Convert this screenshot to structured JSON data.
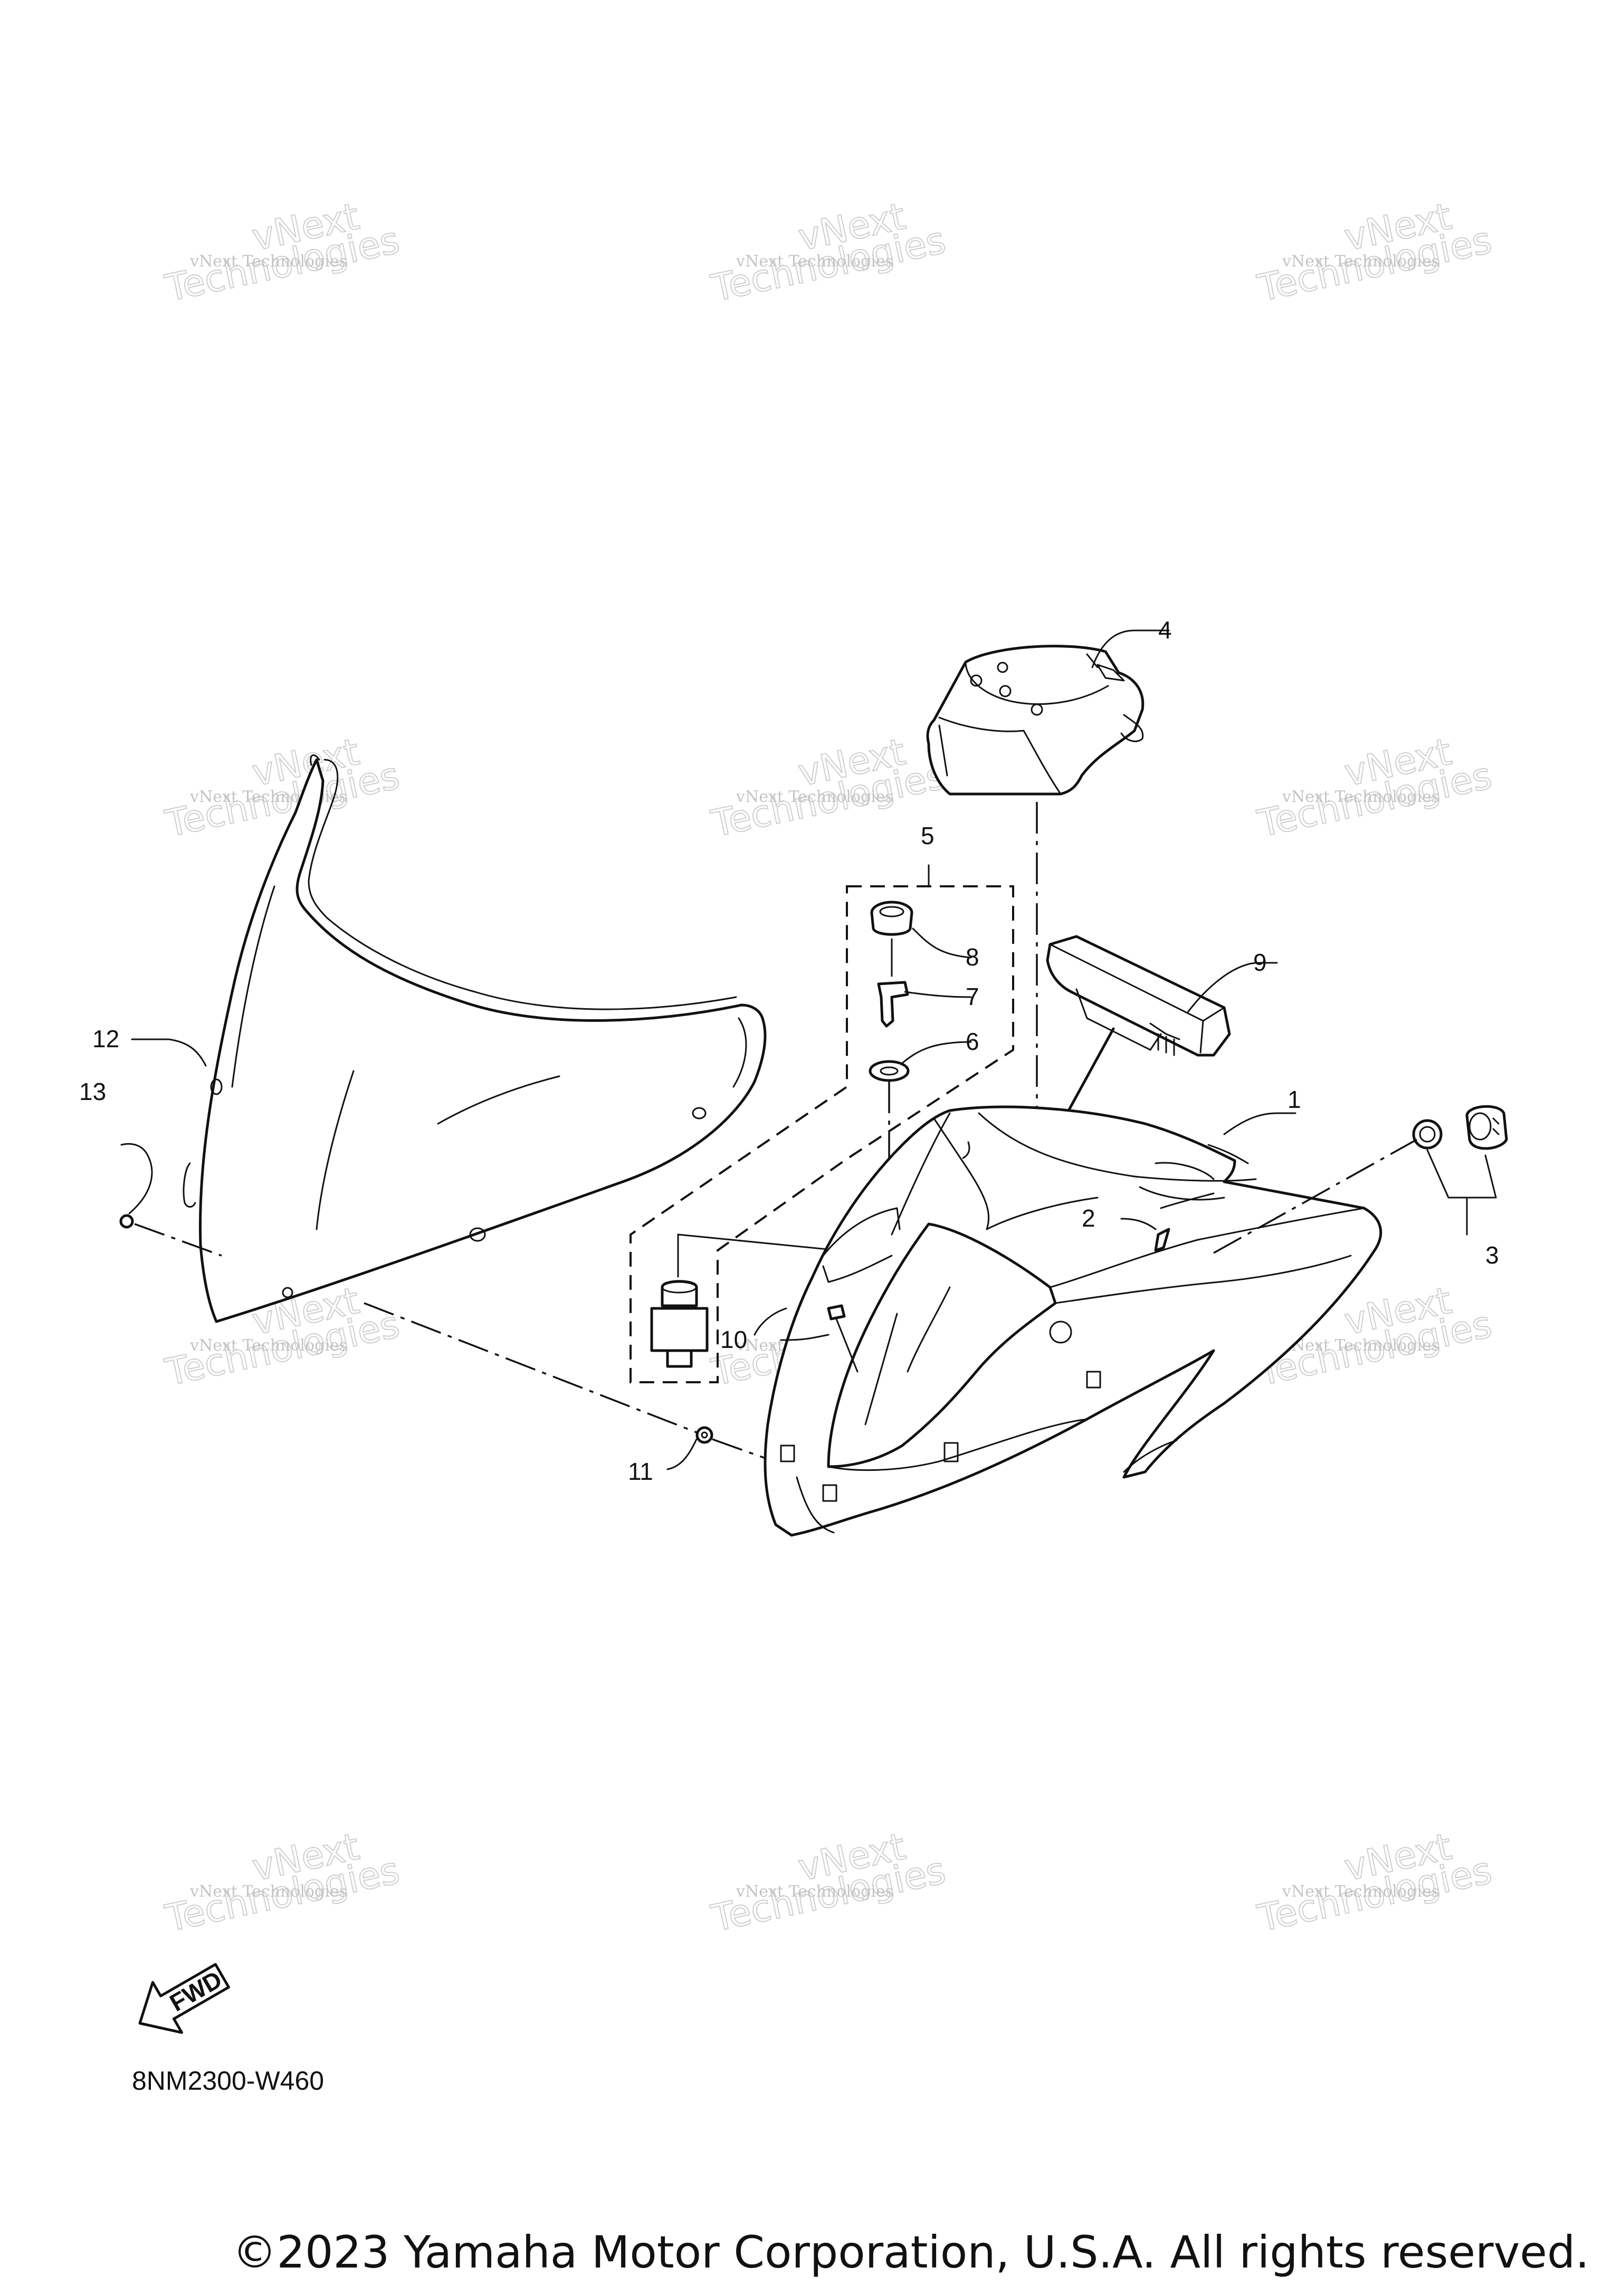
{
  "watermark": {
    "small": "vNext Technologies",
    "big_line1": "vNext",
    "big_line2": "Technologies"
  },
  "callouts": [
    "1",
    "2",
    "3",
    "4",
    "5",
    "6",
    "7",
    "8",
    "9",
    "10",
    "11",
    "12",
    "13"
  ],
  "fwd_label": "FWD",
  "diagram_code": "8NM2300-W460",
  "copyright": "©2023 Yamaha Motor Corporation, U.S.A. All rights reserved."
}
